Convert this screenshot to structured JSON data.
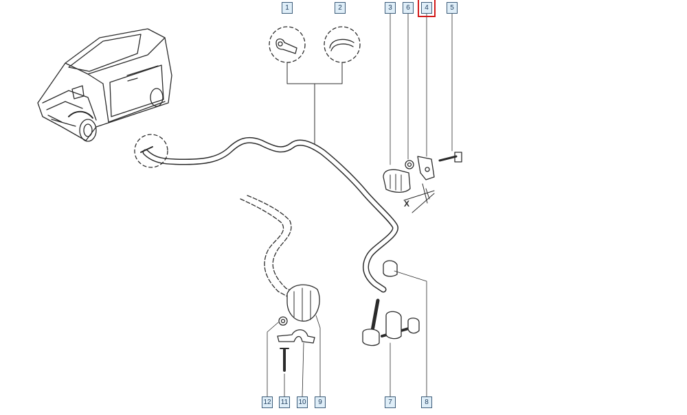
{
  "colors": {
    "line": "#2a2a2a",
    "callout_fill": "#dfeef8",
    "callout_border": "#3a5a78",
    "highlight": "#d11a1a"
  },
  "callouts": [
    {
      "id": "c1",
      "label": "1"
    },
    {
      "id": "c2",
      "label": "2"
    },
    {
      "id": "c3",
      "label": "3"
    },
    {
      "id": "c6",
      "label": "6"
    },
    {
      "id": "c4",
      "label": "4",
      "highlighted": true
    },
    {
      "id": "c5",
      "label": "5"
    },
    {
      "id": "c12",
      "label": "12"
    },
    {
      "id": "c11",
      "label": "11"
    },
    {
      "id": "c10",
      "label": "10"
    },
    {
      "id": "c9",
      "label": "9"
    },
    {
      "id": "c7",
      "label": "7"
    },
    {
      "id": "c8",
      "label": "8"
    }
  ],
  "detail_marker": "X"
}
